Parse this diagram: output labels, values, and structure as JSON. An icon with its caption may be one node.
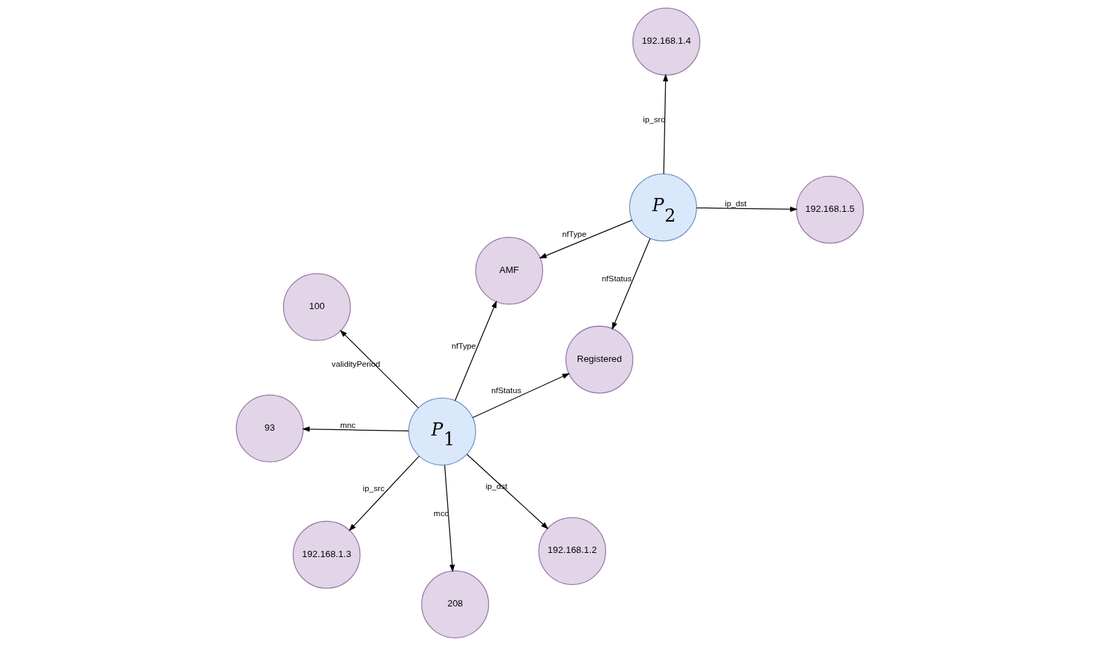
{
  "diagram": {
    "nodes": [
      {
        "text": [
          "100"
        ]
      },
      {
        "text": [
          "192.168.1.4"
        ]
      },
      {
        "text": [
          "192.168.1.3"
        ]
      },
      {
        "text": [
          "AMF"
        ]
      },
      {
        "text": [
          "P$_{2}$"
        ]
      },
      {
        "text": [
          "P$_{1}$"
        ]
      },
      {
        "text": [
          "Registered"
        ]
      },
      {
        "text": [
          "192.168.1.2"
        ]
      },
      {
        "text": [
          "93"
        ]
      },
      {
        "text": [
          "192.168.1.5"
        ]
      },
      {
        "text": [
          "208"
        ]
      }
    ],
    "edges": [
      {
        "from": 5,
        "to": 2,
        "arrow": "to",
        "label": "ip_src"
      },
      {
        "from": 5,
        "to": 0,
        "arrow": "to",
        "label": "validityPeriod"
      },
      {
        "from": 5,
        "to": 3,
        "arrow": "to",
        "label": "nfType"
      },
      {
        "from": 5,
        "to": 6,
        "arrow": "to",
        "label": "nfStatus"
      },
      {
        "from": 5,
        "to": 7,
        "arrow": "to",
        "label": "ip_dst"
      },
      {
        "from": 5,
        "to": 10,
        "arrow": "to",
        "label": "mcc"
      },
      {
        "from": 5,
        "to": 8,
        "arrow": "to",
        "label": "mnc"
      },
      {
        "from": 4,
        "to": 1,
        "arrow": "to",
        "label": "ip_src"
      },
      {
        "from": 4,
        "to": 3,
        "arrow": "to",
        "label": "nfType"
      },
      {
        "from": 4,
        "to": 6,
        "arrow": "to",
        "label": "nfStatus"
      },
      {
        "from": 4,
        "to": 9,
        "arrow": "to",
        "label": "ip_dst"
      }
    ]
  }
}
